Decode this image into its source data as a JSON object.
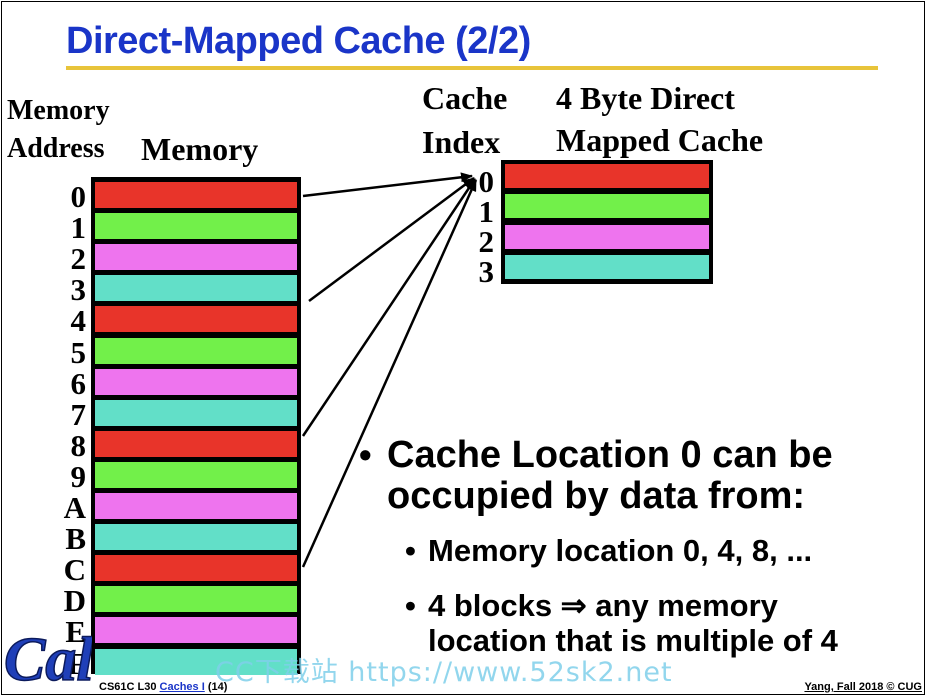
{
  "slide": {
    "title": "Direct-Mapped Cache (2/2)",
    "memory_address_label_line1": "Memory",
    "memory_address_label_line2": "Address",
    "memory_label": "Memory",
    "cache_index_label_line1": "Cache",
    "cache_index_label_line2": "Index",
    "cache_title_line1": "4  Byte Direct",
    "cache_title_line2": "Mapped Cache"
  },
  "memory_addresses": [
    "0",
    "1",
    "2",
    "3",
    "4",
    "5",
    "6",
    "7",
    "8",
    "9",
    "A",
    "B",
    "C",
    "D",
    "E",
    "F"
  ],
  "cache_indices": [
    "0",
    "1",
    "2",
    "3"
  ],
  "colors": {
    "red": "#e8342a",
    "green": "#72f04a",
    "magenta": "#ee74ee",
    "teal": "#62dfc8",
    "title_blue": "#1a35c8",
    "rule_gold": "#e8c43a"
  },
  "block_color_cycle": [
    "red",
    "green",
    "magenta",
    "teal"
  ],
  "bullets": {
    "main_bullet": "•",
    "main_line1": "Cache Location 0 can be",
    "main_line2": "occupied by data from:",
    "sub_bullet": "•",
    "sub1": "Memory location 0, 4, 8, ...",
    "sub2_line1": "4 blocks ⇒ any memory",
    "sub2_line2": "location that is multiple of 4"
  },
  "footer": {
    "course": "CS61C L30 ",
    "link": "Caches I",
    "page": " (14)",
    "right": "Yang, Fall 2018 © CUG"
  },
  "logo": {
    "text": "Cal"
  },
  "watermark": {
    "text": "CC下载站  https://www.52sk2.net"
  }
}
